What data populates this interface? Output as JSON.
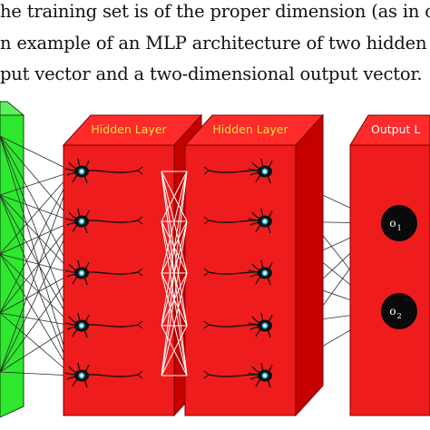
{
  "caption": {
    "lines": [
      "he training set is of the proper dimension (as in ou",
      "n example of an MLP architecture of two hidden la",
      "put vector and a two-dimensional output vector."
    ]
  },
  "layers": {
    "hidden_1_title": "Hidden Layer",
    "hidden_2_title": "Hidden Layer",
    "output_title": "Output L"
  },
  "outputs": [
    {
      "symbol": "o",
      "sub": "1"
    },
    {
      "symbol": "o",
      "sub": "2"
    }
  ],
  "colors": {
    "input_block": "#2ee82e",
    "hidden_front": "#ee1c1c",
    "hidden_top": "#ff2a2a",
    "hidden_side": "#c40000",
    "hidden_title": "#ffe14a",
    "output_front": "#ee1c1c",
    "output_title": "#ffffff",
    "neuron": "#111111",
    "neuron_core": "#4fd7ff",
    "output_node": "#0a0a0a"
  }
}
